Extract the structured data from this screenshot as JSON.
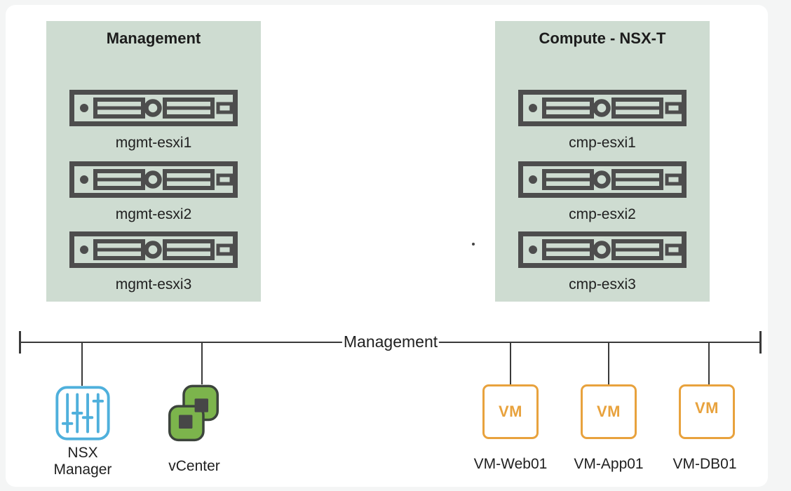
{
  "diagram": {
    "clusters": [
      {
        "title": "Management",
        "hosts": [
          "mgmt-esxi1",
          "mgmt-esxi2",
          "mgmt-esxi3"
        ]
      },
      {
        "title": "Compute - NSX-T",
        "hosts": [
          "cmp-esxi1",
          "cmp-esxi2",
          "cmp-esxi3"
        ]
      }
    ],
    "network": {
      "label": "Management"
    },
    "management_nodes": [
      {
        "name": "nsx-manager",
        "label_line1": "NSX",
        "label_line2": "Manager"
      },
      {
        "name": "vcenter",
        "label": "vCenter"
      }
    ],
    "vms": [
      {
        "box_text": "VM",
        "label": "VM-Web01"
      },
      {
        "box_text": "VM",
        "label": "VM-App01"
      },
      {
        "box_text": "VM",
        "label": "VM-DB01"
      }
    ],
    "icons": [
      "server-icon",
      "nsx-manager-sliders-icon",
      "vcenter-vsphere-icon",
      "vm-box-icon"
    ],
    "colors": {
      "cluster_bg": "#cedcd1",
      "server_icon_gray": "#4d4d4d",
      "line": "#3a3a3a",
      "nsx_blue": "#4fb0dc",
      "vcenter_green": "#7cb44c",
      "vcenter_dark": "#474747",
      "vm_orange": "#e8a23d",
      "text": "#212121"
    }
  }
}
